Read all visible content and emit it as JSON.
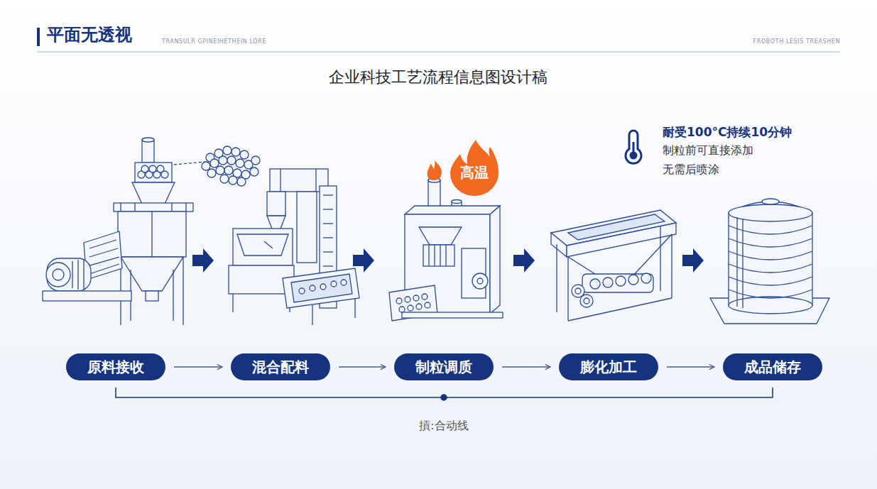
{
  "diagram": {
    "title": "企业科技工艺流程信息图设计稿",
    "nodes": [
      {
        "text": [
          "高温"
        ]
      },
      {
        "text": [
          "原料接收"
        ]
      },
      {
        "text": [
          "混合配料"
        ]
      },
      {
        "text": [
          "制粒调质"
        ]
      },
      {
        "text": [
          "膨化加工"
        ]
      },
      {
        "text": [
          "成品储存"
        ]
      }
    ],
    "edges": [
      {
        "from": 1,
        "to": 2,
        "arrow": "to"
      },
      {
        "from": 2,
        "to": 3,
        "arrow": "to"
      },
      {
        "from": 3,
        "to": 4,
        "arrow": "to"
      },
      {
        "from": 4,
        "to": 5,
        "arrow": "to"
      }
    ],
    "labels": [
      "平面无透视",
      "TRANSULR GPINEIHETHEIN LORE",
      "FROBOTH LESIS TREASHEN",
      "耐受100°C持续10分钟",
      "制粒前可直接添加",
      "无需后喷涂",
      "摃:合动线"
    ]
  }
}
